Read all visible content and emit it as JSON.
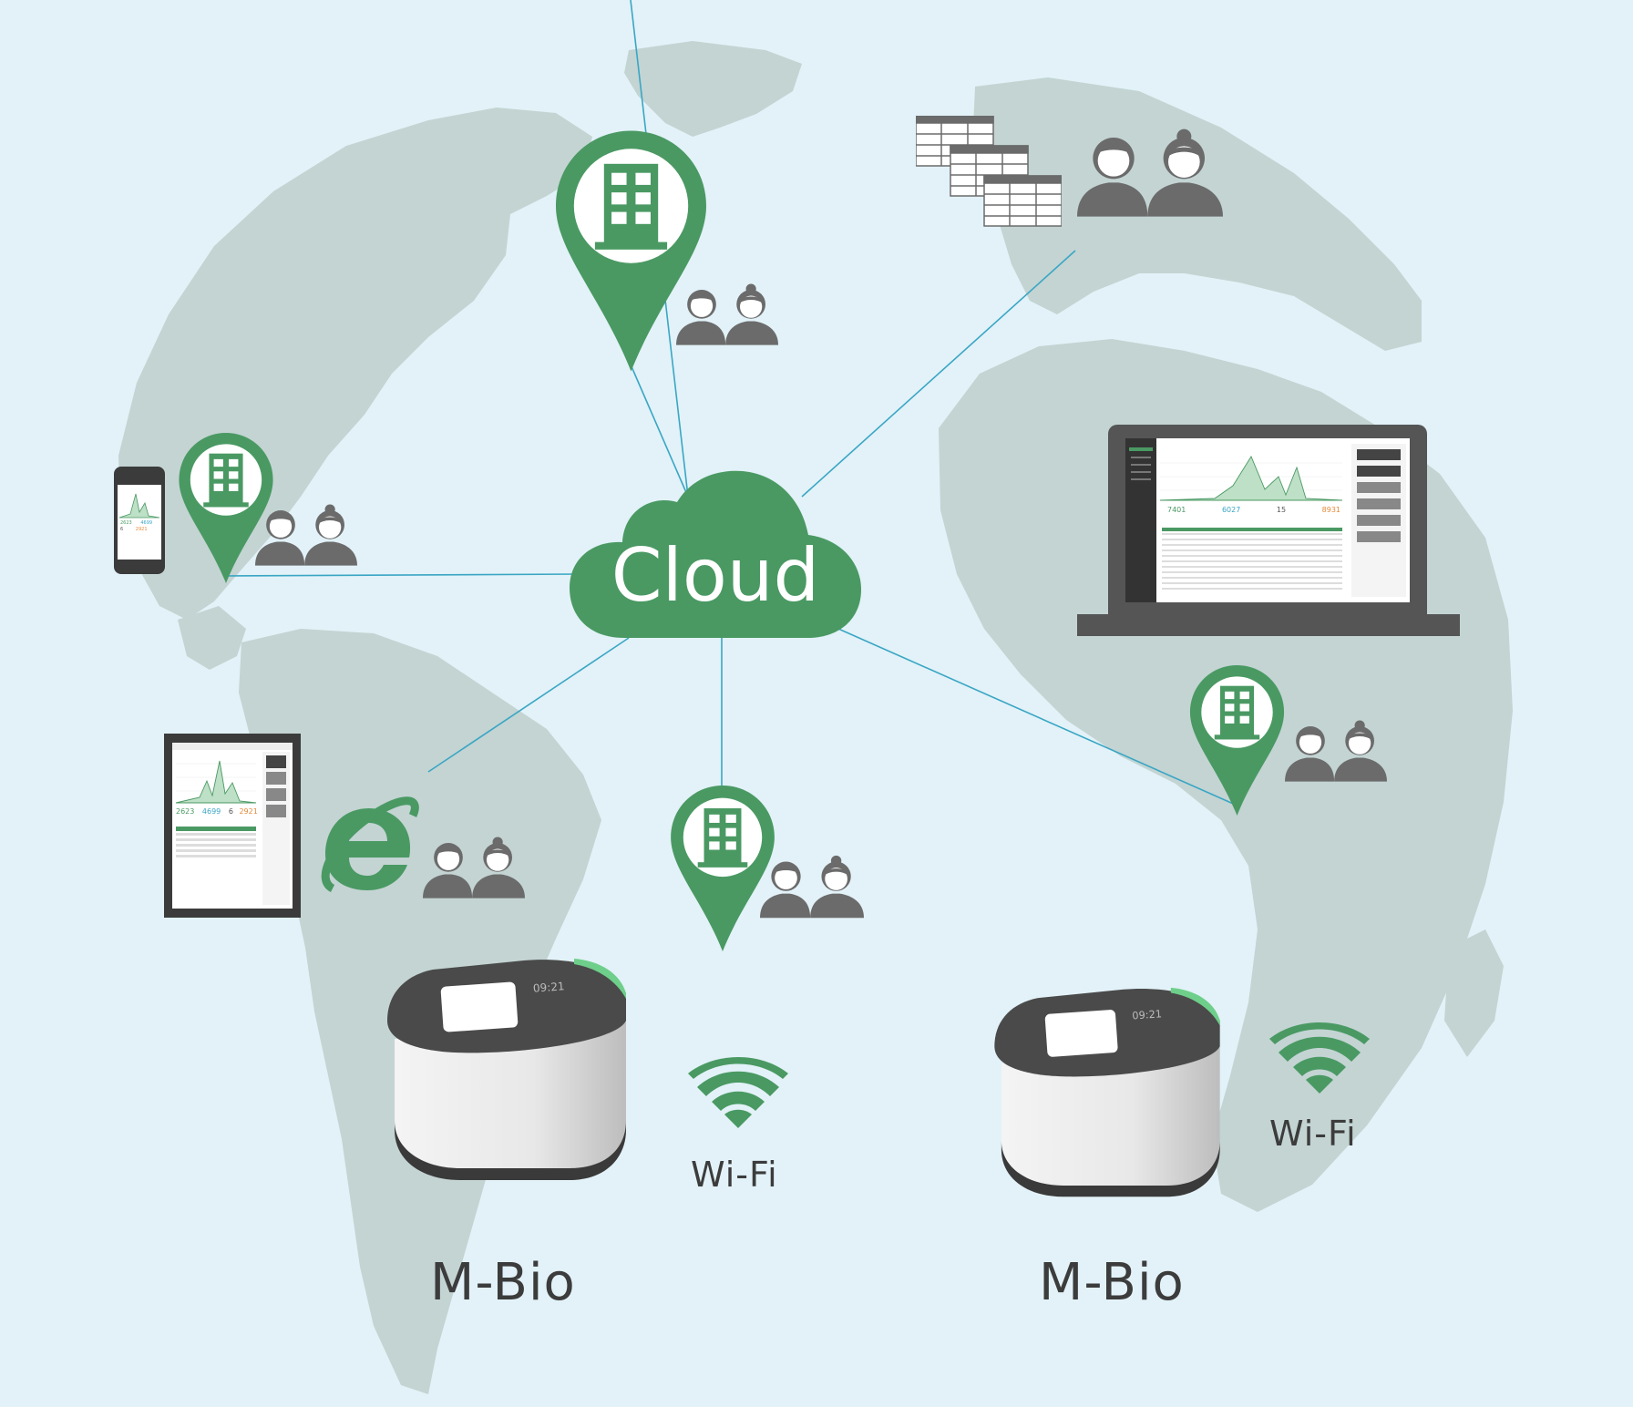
{
  "colors": {
    "background": "#e2f2f8",
    "land": "#c3d4d3",
    "accent_green": "#4a9963",
    "people_gray": "#6b6b6b",
    "link_line": "#3aa6c4",
    "text_dark": "#3c3c3c"
  },
  "cloud": {
    "label": "Cloud",
    "icon": "cloud-icon"
  },
  "nodes": {
    "building_pins": [
      {
        "id": "north",
        "icon": "building-pin-icon"
      },
      {
        "id": "west",
        "icon": "building-pin-icon"
      },
      {
        "id": "south",
        "icon": "building-pin-icon"
      },
      {
        "id": "east",
        "icon": "building-pin-icon"
      }
    ],
    "people_groups": [
      "people-icon",
      "people-icon",
      "people-icon",
      "people-icon",
      "people-icon",
      "people-icon"
    ],
    "browser": {
      "icon": "internet-explorer-icon"
    },
    "reports": {
      "icon": "table-sheets-icon"
    }
  },
  "devices": [
    {
      "id": "left",
      "label": "M-Bio",
      "screen_text": "09:21",
      "wifi_label": "Wi-Fi"
    },
    {
      "id": "right",
      "label": "M-Bio",
      "screen_text": "09:21",
      "wifi_label": "Wi-Fi"
    }
  ],
  "screenshots": {
    "phone": {
      "stats": [
        "2623",
        "4699",
        "6",
        "2921"
      ]
    },
    "tablet": {
      "stats": [
        "2623",
        "4699",
        "6",
        "2921"
      ]
    },
    "laptop": {
      "stats": [
        "7401",
        "6027",
        "15",
        "8931"
      ]
    }
  }
}
